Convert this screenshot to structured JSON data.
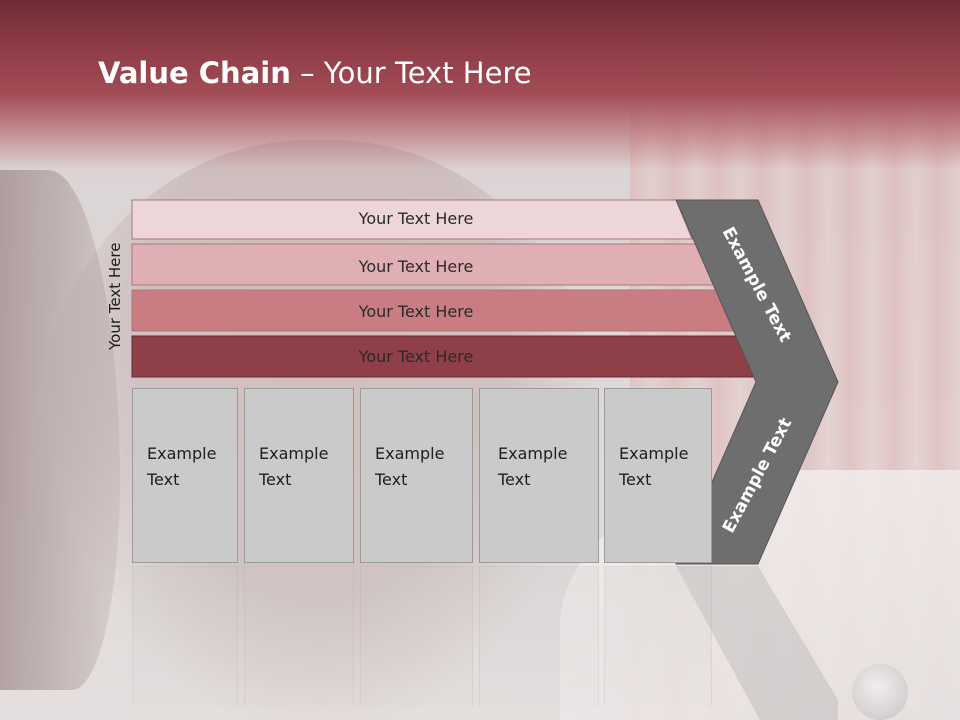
{
  "title": {
    "bold": "Value Chain",
    "rest": " – Your Text Here"
  },
  "side_label": "Your Text Here",
  "rows": [
    {
      "label": "Your Text Here",
      "fill": "#ecd6d9"
    },
    {
      "label": "Your Text Here",
      "fill": "#dfafb3"
    },
    {
      "label": "Your Text Here",
      "fill": "#c97c81"
    },
    {
      "label": "Your Text Here",
      "fill": "#8e3f47"
    }
  ],
  "chevron": {
    "top_label": "Example Text",
    "bottom_label": "Example Text",
    "fill": "#6e6e6e"
  },
  "columns": [
    {
      "line1": "Example",
      "line2": "Text"
    },
    {
      "line1": "Example",
      "line2": "Text"
    },
    {
      "line1": "Example",
      "line2": "Text"
    },
    {
      "line1": "Example",
      "line2": "Text"
    },
    {
      "line1": "Example",
      "line2": "Text"
    }
  ],
  "colors": {
    "header": "#8c3a44",
    "column": "#cbcaca"
  }
}
